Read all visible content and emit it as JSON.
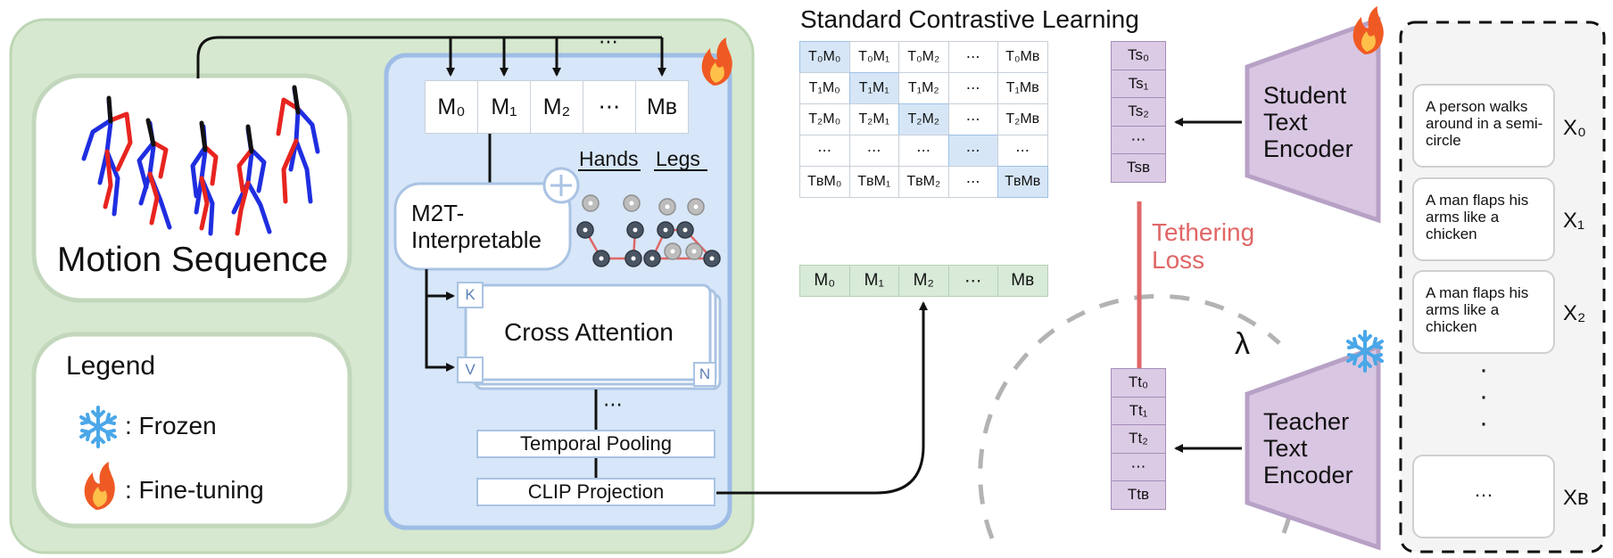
{
  "motion": {
    "title": "Motion Sequence"
  },
  "legend": {
    "title": "Legend",
    "frozen_label": ": Frozen",
    "finetune_label": ": Fine-tuning"
  },
  "encoder": {
    "motion_tokens": [
      "M₀",
      "M₁",
      "M₂",
      "⋯",
      "Mʙ"
    ],
    "top_dots": "⋯",
    "m2t_line1": "M2T-",
    "m2t_line2": "Interpretable",
    "plus_symbol": "+",
    "hands_label": "Hands",
    "legs_label": "Legs",
    "cross_attention_label": "Cross Attention",
    "k_label": "K",
    "v_label": "V",
    "n_label": "N",
    "mid_dots": "⋯",
    "temporal_pooling_label": "Temporal Pooling",
    "clip_projection_label": "CLIP Projection"
  },
  "contrastive": {
    "title": "Standard Contrastive Learning",
    "matrix": [
      [
        "T₀M₀",
        "T₀M₁",
        "T₀M₂",
        "⋯",
        "T₀Mʙ"
      ],
      [
        "T₁M₀",
        "T₁M₁",
        "T₁M₂",
        "⋯",
        "T₁Mʙ"
      ],
      [
        "T₂M₀",
        "T₂M₁",
        "T₂M₂",
        "⋯",
        "T₂Mʙ"
      ],
      [
        "⋯",
        "⋯",
        "⋯",
        "⋯",
        "⋯"
      ],
      [
        "TʙM₀",
        "TʙM₁",
        "TʙM₂",
        "⋯",
        "TʙMʙ"
      ]
    ],
    "motion_embeddings": [
      "M₀",
      "M₁",
      "M₂",
      "⋯",
      "Mʙ"
    ]
  },
  "student": {
    "tokens": [
      "Ts₀",
      "Ts₁",
      "Ts₂",
      "⋯",
      "Tsʙ"
    ],
    "line1": "Student",
    "line2": "Text",
    "line3": "Encoder"
  },
  "teacher": {
    "tokens": [
      "Tt₀",
      "Tt₁",
      "Tt₂",
      "⋯",
      "Ttʙ"
    ],
    "line1": "Teacher",
    "line2": "Text",
    "line3": "Encoder"
  },
  "tethering": {
    "line1": "Tethering",
    "line2": "Loss",
    "lambda": "λ"
  },
  "texts": {
    "items": [
      {
        "text": "A person walks around in a semi-circle",
        "label": "X₀"
      },
      {
        "text": "A man flaps his arms like a chicken",
        "label": "X₁"
      },
      {
        "text": "A man flaps his arms like a chicken",
        "label": "X₂"
      },
      {
        "text": "…",
        "label": "Xʙ"
      }
    ],
    "vertical_dots": [
      "·",
      "·",
      "·"
    ]
  },
  "colors": {
    "motion_panel_bg": "#d6e8cf",
    "motion_panel_border": "#bcd6b3",
    "encoder_bg": "#d7e6f8",
    "encoder_border": "#9ebde6",
    "matrix_highlight": "#d6e6f7",
    "embedding_green": "#d8ead8",
    "text_token_purple": "#dccbe5",
    "encoder_trapezoid": "#d9c6e2",
    "tethering_red": "#e06666",
    "skeleton_red": "#e8241f",
    "skeleton_blue": "#1f2ee0"
  }
}
